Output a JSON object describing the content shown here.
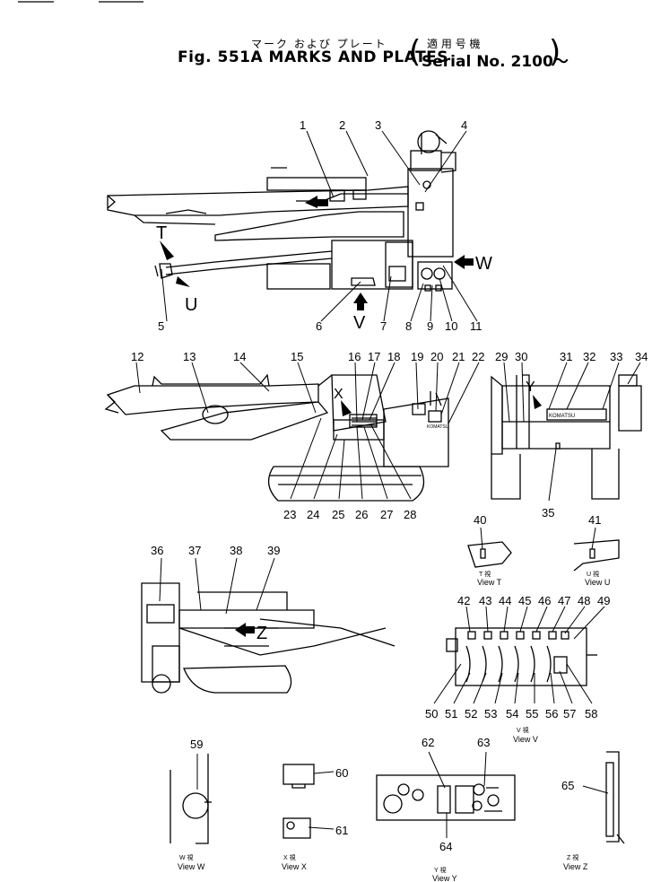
{
  "title": {
    "jp": "マーク および プレート",
    "en": "Fig. 551A MARKS AND PLATES",
    "serial_jp": "適 用 号 機",
    "serial_en": "Serial No. 2100～"
  },
  "callouts": [
    "1",
    "2",
    "3",
    "4",
    "5",
    "6",
    "7",
    "8",
    "9",
    "10",
    "11",
    "12",
    "13",
    "14",
    "15",
    "16",
    "17",
    "18",
    "19",
    "20",
    "21",
    "22",
    "23",
    "24",
    "25",
    "26",
    "27",
    "28",
    "29",
    "30",
    "31",
    "32",
    "33",
    "34",
    "35",
    "36",
    "37",
    "38",
    "39",
    "40",
    "41",
    "42",
    "43",
    "44",
    "45",
    "46",
    "47",
    "48",
    "49",
    "50",
    "51",
    "52",
    "53",
    "54",
    "55",
    "56",
    "57",
    "58",
    "59",
    "60",
    "61",
    "62",
    "63",
    "64",
    "65"
  ],
  "view_arrows": {
    "T": "T",
    "U": "U",
    "V": "V",
    "W": "W",
    "X": "X",
    "Y": "Y",
    "Z": "Z"
  },
  "views": {
    "T": {
      "jp": "T 視",
      "en": "View T"
    },
    "U": {
      "jp": "U 視",
      "en": "View U"
    },
    "V": {
      "jp": "V 視",
      "en": "View V"
    },
    "W": {
      "jp": "W 視",
      "en": "View W"
    },
    "X": {
      "jp": "X 視",
      "en": "View X"
    },
    "Y": {
      "jp": "Y 視",
      "en": "View Y"
    },
    "Z": {
      "jp": "Z 視",
      "en": "View Z"
    }
  },
  "plate_text": {
    "komatsu": "KOMATSU",
    "brand_small": "KOMATSU"
  }
}
